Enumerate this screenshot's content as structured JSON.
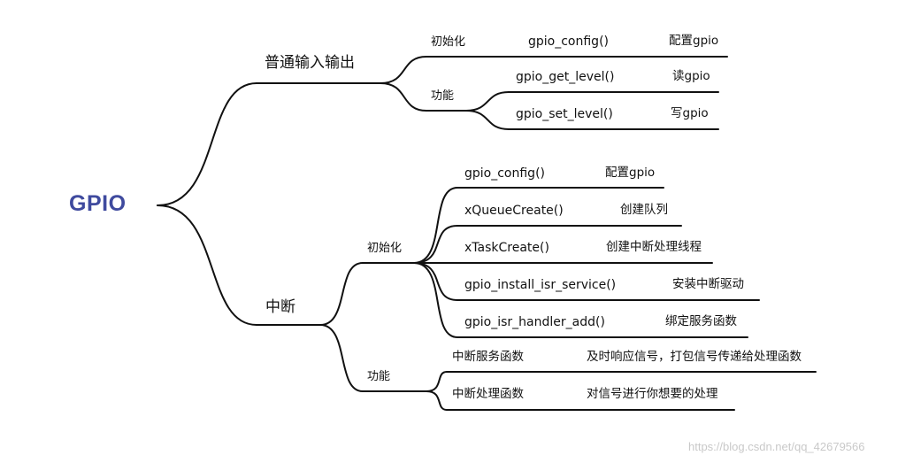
{
  "root": "GPIO",
  "branch1": {
    "label": "普通输入输出",
    "init": {
      "label": "初始化",
      "item": {
        "func": "gpio_config()",
        "desc": "配置gpio"
      }
    },
    "func": {
      "label": "功能",
      "items": [
        {
          "func": "gpio_get_level()",
          "desc": "读gpio"
        },
        {
          "func": "gpio_set_level()",
          "desc": "写gpio"
        }
      ]
    }
  },
  "branch2": {
    "label": "中断",
    "init": {
      "label": "初始化",
      "items": [
        {
          "func": "gpio_config()",
          "desc": "配置gpio"
        },
        {
          "func": "xQueueCreate()",
          "desc": "创建队列"
        },
        {
          "func": "xTaskCreate()",
          "desc": "创建中断处理线程"
        },
        {
          "func": "gpio_install_isr_service()",
          "desc": "安装中断驱动"
        },
        {
          "func": "gpio_isr_handler_add()",
          "desc": "绑定服务函数"
        }
      ]
    },
    "func": {
      "label": "功能",
      "items": [
        {
          "name": "中断服务函数",
          "desc": "及时响应信号，打包信号传递给处理函数"
        },
        {
          "name": "中断处理函数",
          "desc": "对信号进行你想要的处理"
        }
      ]
    }
  },
  "watermark": "https://blog.csdn.net/qq_42679566",
  "colors": {
    "root": "#3f4a9e",
    "line": "#111111",
    "watermark": "#c9c9c9"
  }
}
